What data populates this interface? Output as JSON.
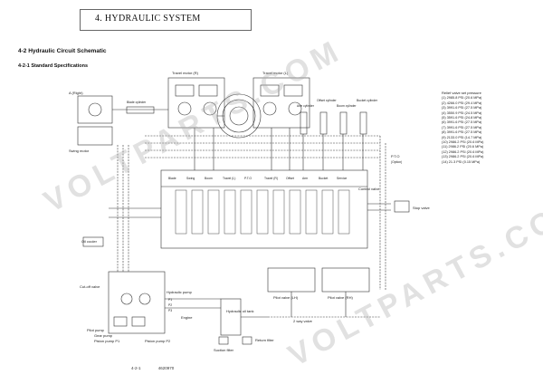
{
  "header": {
    "chapter": "4. HYDRAULIC SYSTEM"
  },
  "section": {
    "title": "4-2  Hydraulic Circuit Schematic",
    "subtitle": "4-2-1  Standard Specifications"
  },
  "labels": {
    "travel_motor_r": "Travel motor (R)",
    "travel_motor_l": "Travel motor (L)",
    "dozer_blade": "A (Right)",
    "swing_motor": "Swing motor",
    "blade_cylinder": "Blade cylinder",
    "arm_cylinder": "Arm cylinder",
    "offset_cylinder": "Offset cylinder",
    "boom_cylinder": "Boom cylinder",
    "bucket_cylinder": "Bucket cylinder",
    "control_valve": "Control valve",
    "oil_cooler": "Oil cooler",
    "pto": "P.T.O",
    "option": "(Option)",
    "stop_valve": "Stop valve",
    "cutoff_valve": "Cut-off valve",
    "hydraulic_pump": "Hydraulic pump",
    "pilot_pump": "Pilot pump",
    "gear_pump": "Gear pump",
    "piston_pump_p1": "Piston pump P1",
    "piston_pump_p2": "Piston pump P2",
    "engine": "Engine",
    "hydraulic_oil_tank": "Hydraulic oil tank",
    "return_filter": "Return filter",
    "suction_filter": "Suction filter",
    "pilot_valve_lh": "Pilot valve (LH)",
    "pilot_valve_rh": "Pilot valve (RH)",
    "two_way_valve": "2 way valve",
    "arm": "Arm",
    "swing": "Swing",
    "boom": "Boom",
    "bucket": "Bucket",
    "service": "Service",
    "blade": "Blade",
    "travel_l": "Travel (L)",
    "travel_r": "Travel (R)",
    "offset": "Offset",
    "p1": "P1",
    "p2": "P2",
    "p3": "P3"
  },
  "relief_legend": {
    "heading": "Relief valve set pressure",
    "items": [
      "(1) 2985.8 PSI (20.6 MPa)",
      "(2) 4266.0 PSI (29.4 MPa)",
      "(3) 3991.6 PSI (27.5 MPa)",
      "(4) 3550.9 PSI (24.5 MPa)",
      "(5) 3591.6 PSI (24.8 MPa)",
      "(6) 3991.6 PSI (27.5 MPa)",
      "(7) 3991.6 PSI (27.5 MPa)",
      "(8) 3991.6 PSI (27.5 MPa)",
      "(9) 2133.0 PSI (14.7 MPa)",
      "(10) 2986.2 PSI (20.6 MPa)",
      "(11) 2986.2 PSI (20.6 MPa)",
      "(12) 2986.2 PSI (20.6 MPa)",
      "(13) 2986.2 PSI (20.6 MPa)",
      "(14) 21.3 PSI (0.15 MPa)"
    ]
  },
  "footer": {
    "page": "4-2-1",
    "doc": "4620970"
  },
  "watermark": "VOLTPARTS.COM"
}
